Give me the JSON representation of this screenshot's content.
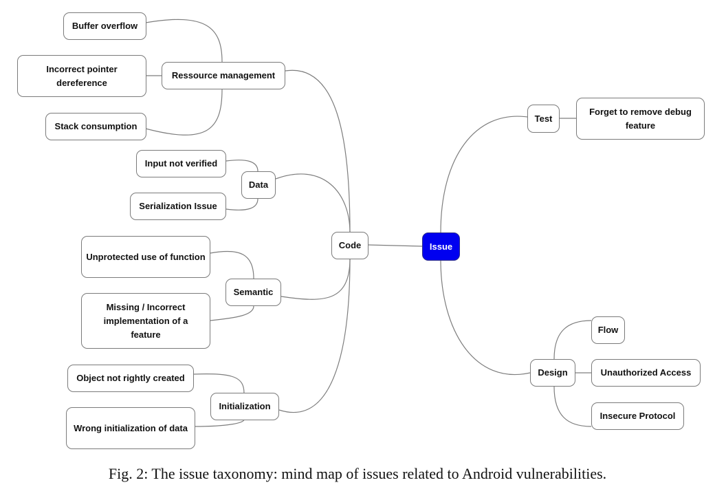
{
  "diagram": {
    "root": "Issue",
    "branches": {
      "code": {
        "label": "Code",
        "ressource_management": {
          "label": "Ressource management",
          "children": [
            "Buffer overflow",
            "Incorrect pointer dereference",
            "Stack consumption"
          ]
        },
        "data": {
          "label": "Data",
          "children": [
            "Input not verified",
            "Serialization Issue"
          ]
        },
        "semantic": {
          "label": "Semantic",
          "children": [
            "Unprotected use of function",
            "Missing / Incorrect implementation of a feature"
          ]
        },
        "initialization": {
          "label": "Initialization",
          "children": [
            "Object not rightly created",
            "Wrong initialization of data"
          ]
        }
      },
      "test": {
        "label": "Test",
        "children": [
          "Forget to remove debug feature"
        ]
      },
      "design": {
        "label": "Design",
        "children": [
          "Flow",
          "Unauthorized Access",
          "Insecure Protocol"
        ]
      }
    }
  },
  "caption": "Fig. 2:  The issue taxonomy: mind map of issues related to Android vulnerabilities.",
  "colors": {
    "root_fill": "#0000f0",
    "edge": "#7d7d7d",
    "node_border": "#7a7a7a"
  }
}
